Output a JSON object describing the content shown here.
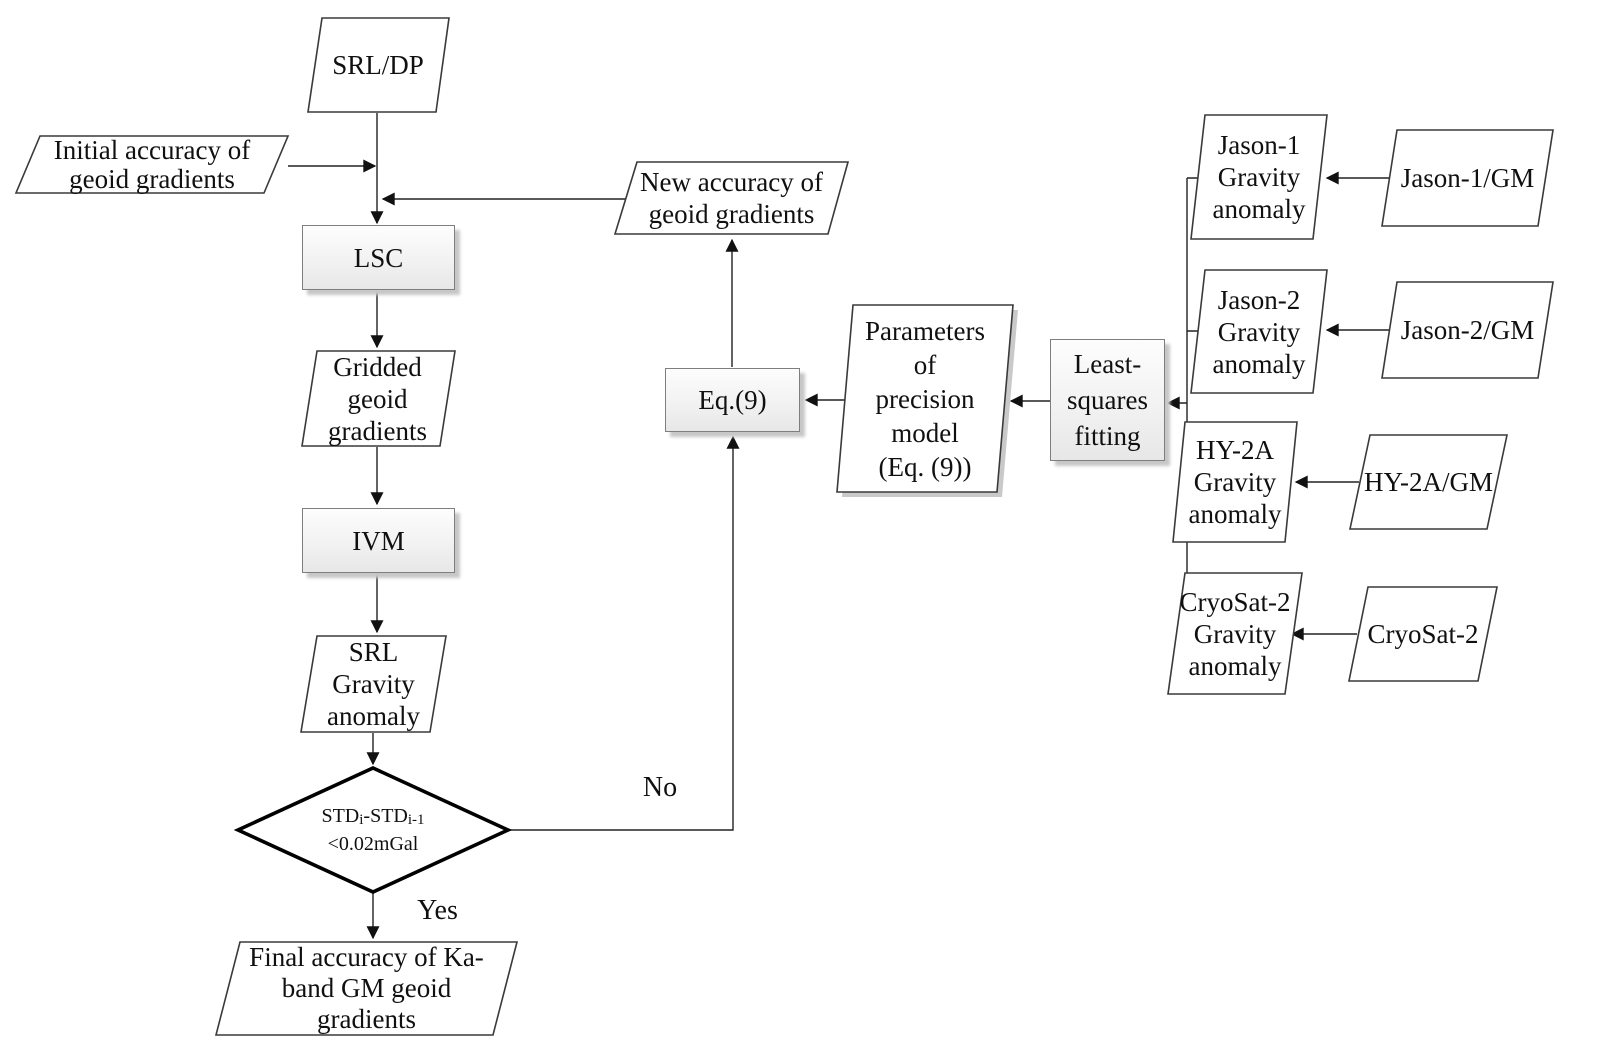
{
  "nodes": {
    "srl_dp": {
      "text": "SRL/DP"
    },
    "initial_accuracy": {
      "lines": [
        "Initial accuracy of",
        "geoid gradients"
      ]
    },
    "lsc": {
      "text": "LSC"
    },
    "gridded": {
      "lines": [
        "Gridded",
        "geoid",
        "gradients"
      ]
    },
    "ivm": {
      "text": "IVM"
    },
    "srl_gravity": {
      "lines": [
        "SRL",
        "Gravity",
        "anomaly"
      ]
    },
    "decision": {
      "p1": "STD",
      "s1": "i",
      "p2": "-STD",
      "s2": "i-1",
      "line2": "<0.02mGal"
    },
    "final_accuracy": {
      "lines": [
        "Final accuracy of Ka-",
        "band GM geoid",
        "gradients"
      ]
    },
    "new_accuracy": {
      "lines": [
        "New accuracy of",
        "geoid gradients"
      ]
    },
    "eq9": {
      "text": "Eq.(9)"
    },
    "parameters": {
      "lines": [
        "Parameters",
        "of",
        "precision",
        "model",
        "(Eq. (9))"
      ]
    },
    "least_squares": {
      "lines": [
        "Least-",
        "squares",
        "fitting"
      ]
    },
    "jason1_anomaly": {
      "lines": [
        "Jason-1",
        "Gravity",
        "anomaly"
      ]
    },
    "jason1_gm": {
      "text": "Jason-1/GM"
    },
    "jason2_anomaly": {
      "lines": [
        "Jason-2",
        "Gravity",
        "anomaly"
      ]
    },
    "jason2_gm": {
      "text": "Jason-2/GM"
    },
    "hy2a_anomaly": {
      "lines": [
        "HY-2A",
        "Gravity",
        "anomaly"
      ]
    },
    "hy2a_gm": {
      "text": "HY-2A/GM"
    },
    "cryosat2_anomaly": {
      "lines": [
        "CryoSat-2",
        "Gravity",
        "anomaly"
      ]
    },
    "cryosat2_gm": {
      "text": "CryoSat-2"
    }
  },
  "edge_labels": {
    "yes": "Yes",
    "no": "No"
  },
  "colors": {
    "background": "#ffffff",
    "connector": "#222222",
    "shape_border": "#3a3a3a",
    "process_fill_bottom": "#e7e7e7",
    "shadow": "#c9c9c9"
  }
}
